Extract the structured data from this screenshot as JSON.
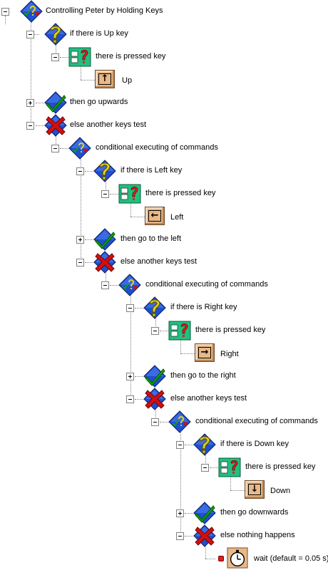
{
  "colors": {
    "diamond": "#1f4fd0",
    "check": "#10a010",
    "cross": "#d01010",
    "question": "#e0d020",
    "key_tile": "#e8b887",
    "pressed_tile": "#20c080"
  },
  "tree": {
    "root": "Controlling Peter by Holding Keys",
    "if_up": "if there is Up key",
    "pressed_up": "there is pressed key",
    "key_up": "Up",
    "arrow_up": "↑",
    "then_up": "then go upwards",
    "else_1": "else another keys test",
    "cond_1": "conditional executing of commands",
    "if_left": "if there is Left key",
    "pressed_left": "there is pressed key",
    "key_left": "Left",
    "arrow_left": "←",
    "then_left": "then go to the left",
    "else_2": "else another keys test",
    "cond_2": "conditional executing of commands",
    "if_right": "if there is Right key",
    "pressed_right": "there is pressed key",
    "key_right": "Right",
    "arrow_right": "→",
    "then_right": "then go to the right",
    "else_3": "else another keys test",
    "cond_3": "conditional executing of commands",
    "if_down": "if there is Down key",
    "pressed_down": "there is pressed key",
    "key_down": "Down",
    "arrow_down": "↓",
    "then_down": "then go downwards",
    "else_4": "else nothing happens",
    "wait": "wait (default = 0.05 s)"
  }
}
